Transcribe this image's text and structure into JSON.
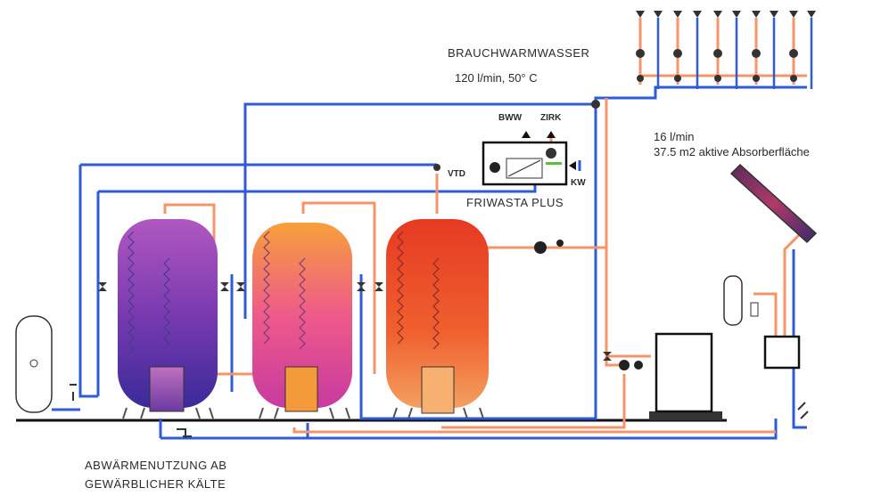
{
  "labels": {
    "brauchwarmwasser": "BRAUCHWARMWASSER",
    "flow_temp": "120 l/min, 50° C",
    "solar_flow": "16 l/min",
    "absorber_area": "37.5 m2 aktive Absorberfläche",
    "bww": "BWW",
    "zirk": "ZIRK",
    "vtd": "VTD",
    "kw": "KW",
    "friwasta": "FRIWASTA PLUS",
    "abwaerme_line1": "ABWÄRMENUTZUNG AB",
    "abwaerme_line2": "GEWÄRBLICHER KÄLTE"
  },
  "colors": {
    "cold_line": "#2f5bd6",
    "warm_line": "#f5946b",
    "tank1_top": "#a048b8",
    "tank1_bottom": "#3a2a9a",
    "tank2_top": "#f79a3a",
    "tank2_bottom": "#d43a9c",
    "tank3_top": "#e8442a",
    "tank3_bottom": "#f08a3a",
    "collector": "#8a2a6a"
  }
}
